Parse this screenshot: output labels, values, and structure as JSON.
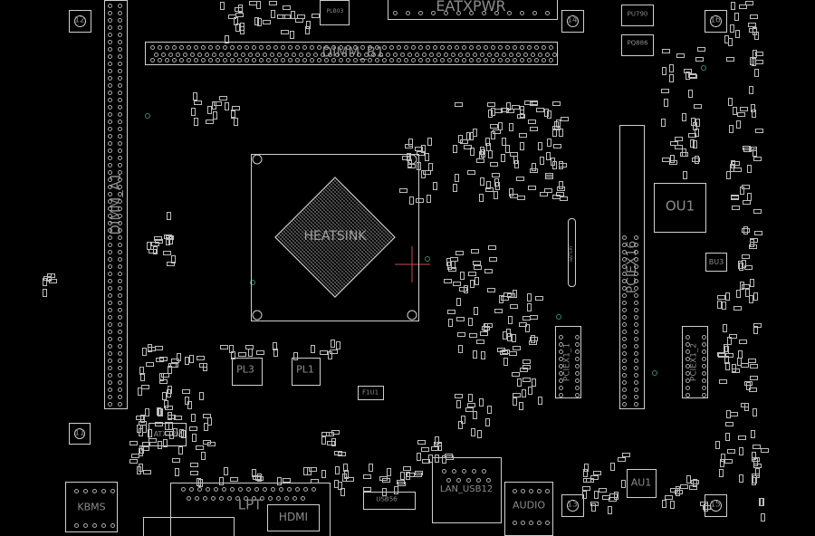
{
  "board": {
    "components": {
      "dimm_a1": "DIMM_A1",
      "dimm_b1": "DIMM_B1",
      "eatxpwr": "EATXPWR",
      "heatsink": "HEATSINK",
      "pciex16": "PCIEX16",
      "pciex1_1": "PCIEX1_1",
      "pciex1_2": "PCIEX1_2",
      "ou1": "OU1",
      "bu3": "BU3",
      "au1": "AU1",
      "pl3": "PL3",
      "pl1": "PL1",
      "atx12v": "ATX12V",
      "f1u1": "F1U1",
      "kbms": "KBMS",
      "lpt": "LPT",
      "hdmi": "HDMI",
      "lan_usb12": "LAN_USB12",
      "audio": "AUDIO",
      "usb56": "USB56",
      "pu790": "PU790",
      "pq886": "PQ886",
      "plb03": "PLB03",
      "battery": "BATTERY"
    },
    "holes": [
      "11",
      "12",
      "13",
      "14",
      "15",
      "16"
    ],
    "colors": {
      "outline": "#cfcfcf",
      "label": "#8c8c8c",
      "crosshair": "#c84b4b",
      "via": "#3a8a6a"
    }
  }
}
